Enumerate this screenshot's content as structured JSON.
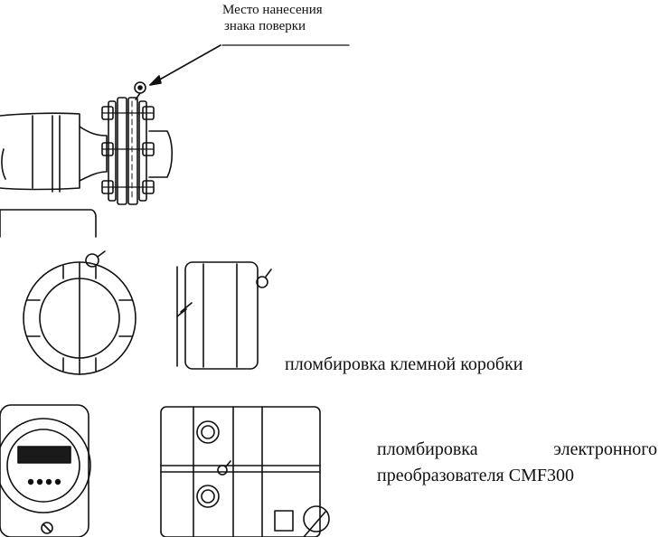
{
  "labels": {
    "verification_mark_line1": "Место нанесения",
    "verification_mark_line2": "знака поверки",
    "terminal_box_sealing": "пломбировка клемной коробки",
    "converter_sealing_line1": "пломбировка электронного",
    "converter_sealing_line2": "преобразователя CMF300"
  },
  "colors": {
    "ink": "#111111",
    "display_fill": "#1a1a1a",
    "background": "#ffffff"
  }
}
